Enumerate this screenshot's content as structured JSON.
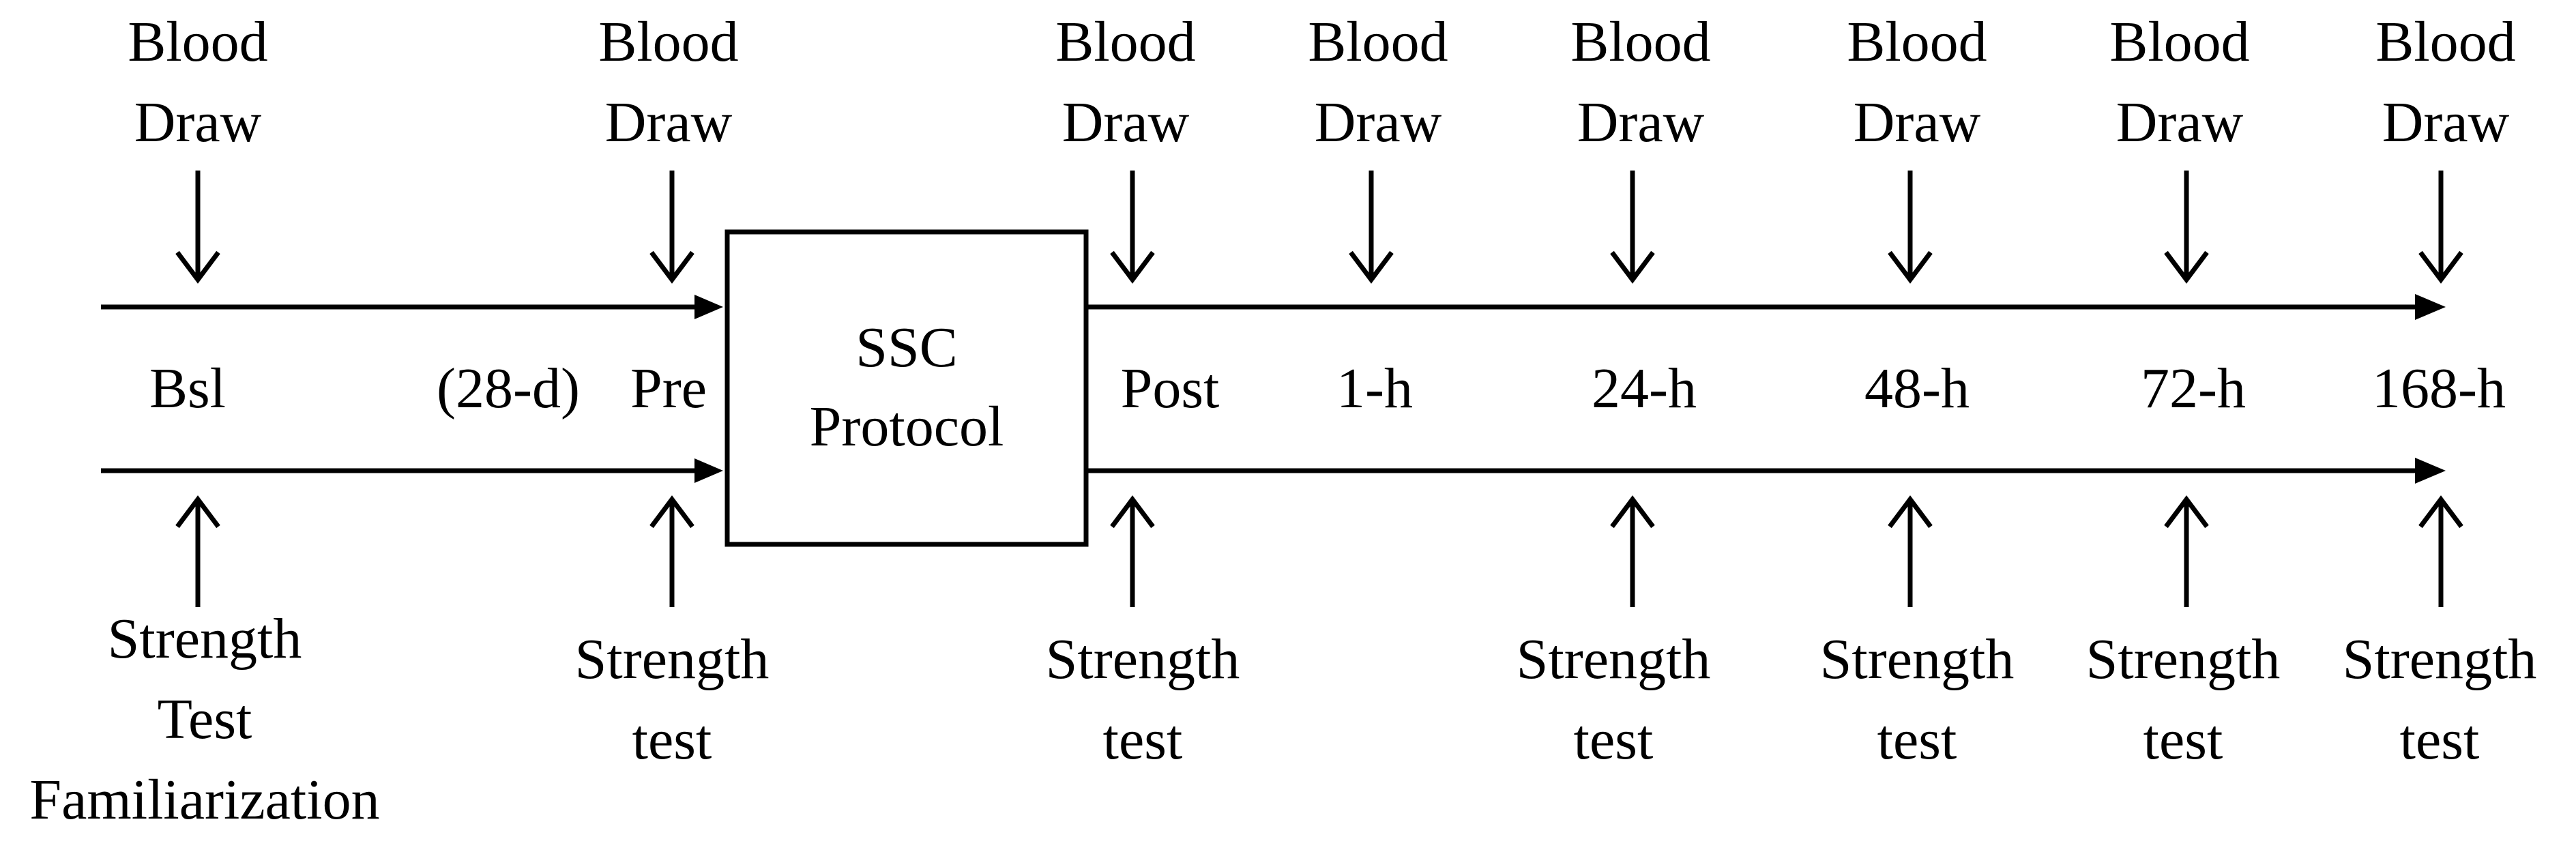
{
  "blood_draw": [
    "Blood",
    "Draw"
  ],
  "protocol": {
    "line1": "SSC",
    "line2": "Protocol"
  },
  "timepoints": {
    "bsl": "Bsl",
    "interval": "(28-d)",
    "pre": "Pre",
    "post": "Post",
    "h1": "1-h",
    "h24": "24-h",
    "h48": "48-h",
    "h72": "72-h",
    "h168": "168-h"
  },
  "strength_familiarization": [
    "Strength",
    "Test",
    "Familiarization"
  ],
  "strength_test": [
    "Strength",
    "test"
  ]
}
